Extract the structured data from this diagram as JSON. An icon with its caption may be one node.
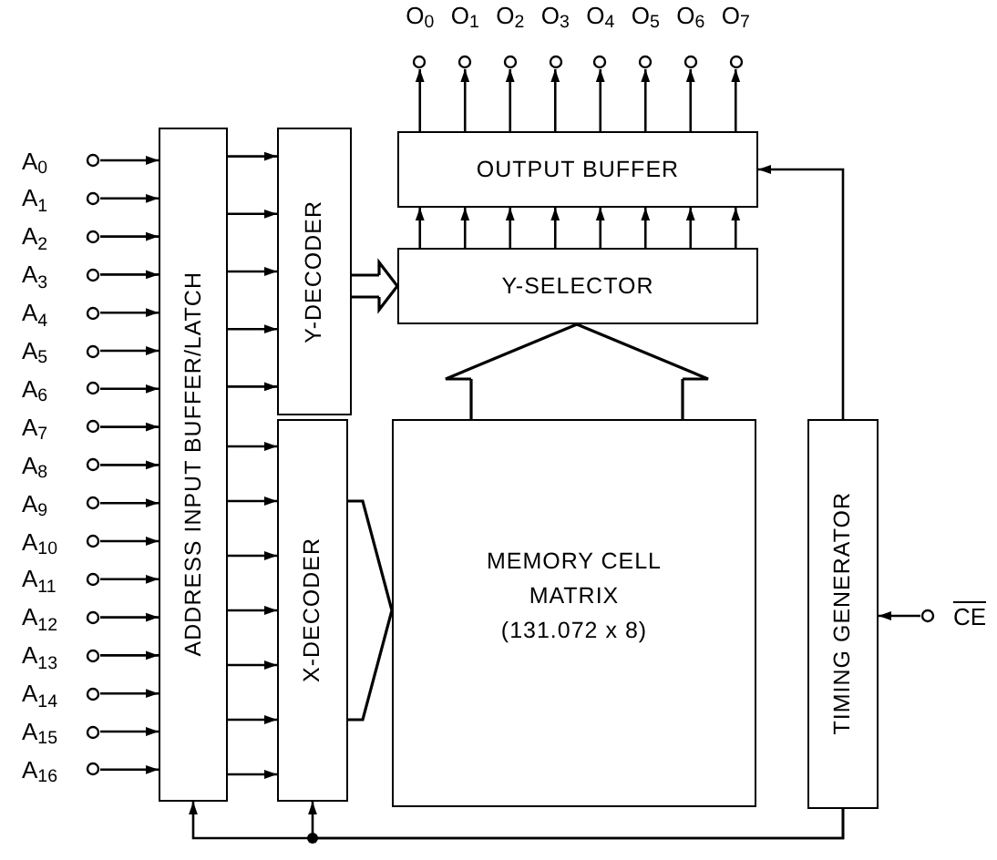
{
  "diagram": {
    "nodes": [
      {
        "text": [
          "O$_{0}$"
        ]
      },
      {
        "text": [
          "O$_{1}$"
        ]
      },
      {
        "text": [
          "O$_{2}$"
        ]
      },
      {
        "text": [
          "O$_{3}$"
        ]
      },
      {
        "text": [
          "O$_{4}$"
        ]
      },
      {
        "text": [
          "O$_{5}$"
        ]
      },
      {
        "text": [
          "O$_{6}$"
        ]
      },
      {
        "text": [
          "O$_{7}$"
        ]
      },
      {
        "text": [
          "OUTPUT BUFFER"
        ]
      },
      {
        "text": [
          "A$_{0}$"
        ]
      },
      {
        "text": [
          "A$_{1}$"
        ]
      },
      {
        "text": [
          "A$_{2}$"
        ]
      },
      {
        "text": [
          "A$_{3}$"
        ]
      },
      {
        "text": [
          "A$_{4}$"
        ]
      },
      {
        "text": [
          "A$_{5}$"
        ]
      },
      {
        "text": [
          "A$_{6}$"
        ]
      },
      {
        "text": [
          "A$_{7}$"
        ]
      },
      {
        "text": [
          "A$_{8}$"
        ]
      },
      {
        "text": [
          "A$_{9}$"
        ]
      },
      {
        "text": [
          "A$_{10}$"
        ]
      },
      {
        "text": [
          "A$_{11}$"
        ]
      },
      {
        "text": [
          "A$_{12}$"
        ]
      },
      {
        "text": [
          "A$_{13}$"
        ]
      },
      {
        "text": [
          "A$_{14}$"
        ]
      },
      {
        "text": [
          "A$_{15}$"
        ]
      },
      {
        "text": [
          "A$_{16}$"
        ]
      },
      {
        "text": [
          "ADDRESS INPUT BUFFER/LATCH"
        ]
      },
      {
        "text": [
          "Y-DECODER"
        ]
      },
      {
        "text": [
          "Y-SELECTOR"
        ]
      },
      {
        "text": [
          "X-DECODER"
        ]
      },
      {
        "text": [
          "MEMORY CELL MATRIX",
          "(131.072 x 8)"
        ]
      },
      {
        "text": [
          "TIMING GENERATOR"
        ]
      },
      {
        "text": [
          "CE"
        ]
      }
    ],
    "edges": [
      {
        "from": 9,
        "to": 26,
        "arrow": "to"
      },
      {
        "from": 10,
        "to": 26,
        "arrow": "to"
      },
      {
        "from": 11,
        "to": 26,
        "arrow": "to"
      },
      {
        "from": 12,
        "to": 26,
        "arrow": "to"
      },
      {
        "from": 13,
        "to": 26,
        "arrow": "to"
      },
      {
        "from": 14,
        "to": 26,
        "arrow": "to"
      },
      {
        "from": 15,
        "to": 26,
        "arrow": "to"
      },
      {
        "from": 16,
        "to": 26,
        "arrow": "to"
      },
      {
        "from": 17,
        "to": 26,
        "arrow": "to"
      },
      {
        "from": 18,
        "to": 26,
        "arrow": "to"
      },
      {
        "from": 19,
        "to": 26,
        "arrow": "to"
      },
      {
        "from": 20,
        "to": 26,
        "arrow": "to"
      },
      {
        "from": 21,
        "to": 26,
        "arrow": "to"
      },
      {
        "from": 22,
        "to": 26,
        "arrow": "to"
      },
      {
        "from": 23,
        "to": 26,
        "arrow": "to"
      },
      {
        "from": 24,
        "to": 26,
        "arrow": "to"
      },
      {
        "from": 25,
        "to": 26,
        "arrow": "to"
      },
      {
        "from": 26,
        "to": 27,
        "arrow": "to"
      },
      {
        "from": 26,
        "to": 27,
        "arrow": "to"
      },
      {
        "from": 26,
        "to": 27,
        "arrow": "to"
      },
      {
        "from": 26,
        "to": 27,
        "arrow": "to"
      },
      {
        "from": 26,
        "to": 27,
        "arrow": "to"
      },
      {
        "from": 26,
        "to": 29,
        "arrow": "to"
      },
      {
        "from": 26,
        "to": 29,
        "arrow": "to"
      },
      {
        "from": 26,
        "to": 29,
        "arrow": "to"
      },
      {
        "from": 26,
        "to": 29,
        "arrow": "to"
      },
      {
        "from": 26,
        "to": 29,
        "arrow": "to"
      },
      {
        "from": 26,
        "to": 29,
        "arrow": "to"
      },
      {
        "from": 26,
        "to": 29,
        "arrow": "to"
      },
      {
        "from": 27,
        "to": 28,
        "arrow": "to"
      },
      {
        "from": 29,
        "to": 30,
        "arrow": "none"
      },
      {
        "from": 30,
        "to": 28,
        "arrow": "to"
      },
      {
        "from": 28,
        "to": 8,
        "arrow": "to"
      },
      {
        "from": 28,
        "to": 8,
        "arrow": "to"
      },
      {
        "from": 28,
        "to": 8,
        "arrow": "to"
      },
      {
        "from": 28,
        "to": 8,
        "arrow": "to"
      },
      {
        "from": 28,
        "to": 8,
        "arrow": "to"
      },
      {
        "from": 28,
        "to": 8,
        "arrow": "to"
      },
      {
        "from": 28,
        "to": 8,
        "arrow": "to"
      },
      {
        "from": 28,
        "to": 8,
        "arrow": "to"
      },
      {
        "from": 8,
        "to": 0,
        "arrow": "to"
      },
      {
        "from": 8,
        "to": 1,
        "arrow": "to"
      },
      {
        "from": 8,
        "to": 2,
        "arrow": "to"
      },
      {
        "from": 8,
        "to": 3,
        "arrow": "to"
      },
      {
        "from": 8,
        "to": 4,
        "arrow": "to"
      },
      {
        "from": 8,
        "to": 5,
        "arrow": "to"
      },
      {
        "from": 8,
        "to": 6,
        "arrow": "to"
      },
      {
        "from": 8,
        "to": 7,
        "arrow": "to"
      },
      {
        "from": 31,
        "to": 8,
        "arrow": "to"
      },
      {
        "from": 32,
        "to": 31,
        "arrow": "to"
      },
      {
        "from": 31,
        "to": 26,
        "arrow": "to"
      },
      {
        "from": 31,
        "to": 29,
        "arrow": "to"
      }
    ]
  }
}
